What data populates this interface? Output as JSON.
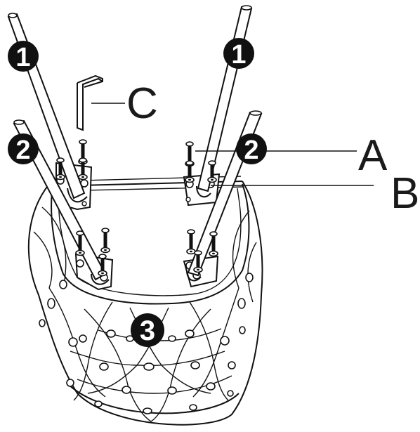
{
  "parts": {
    "legs_front": {
      "step": "1"
    },
    "legs_back": {
      "step": "2"
    },
    "seat": {
      "step": "3"
    }
  },
  "labels": {
    "bolt": "A",
    "washer": "B",
    "allen_key": "C"
  },
  "colors": {
    "line": "#111111",
    "badge": "#111111",
    "paper": "#ffffff"
  }
}
